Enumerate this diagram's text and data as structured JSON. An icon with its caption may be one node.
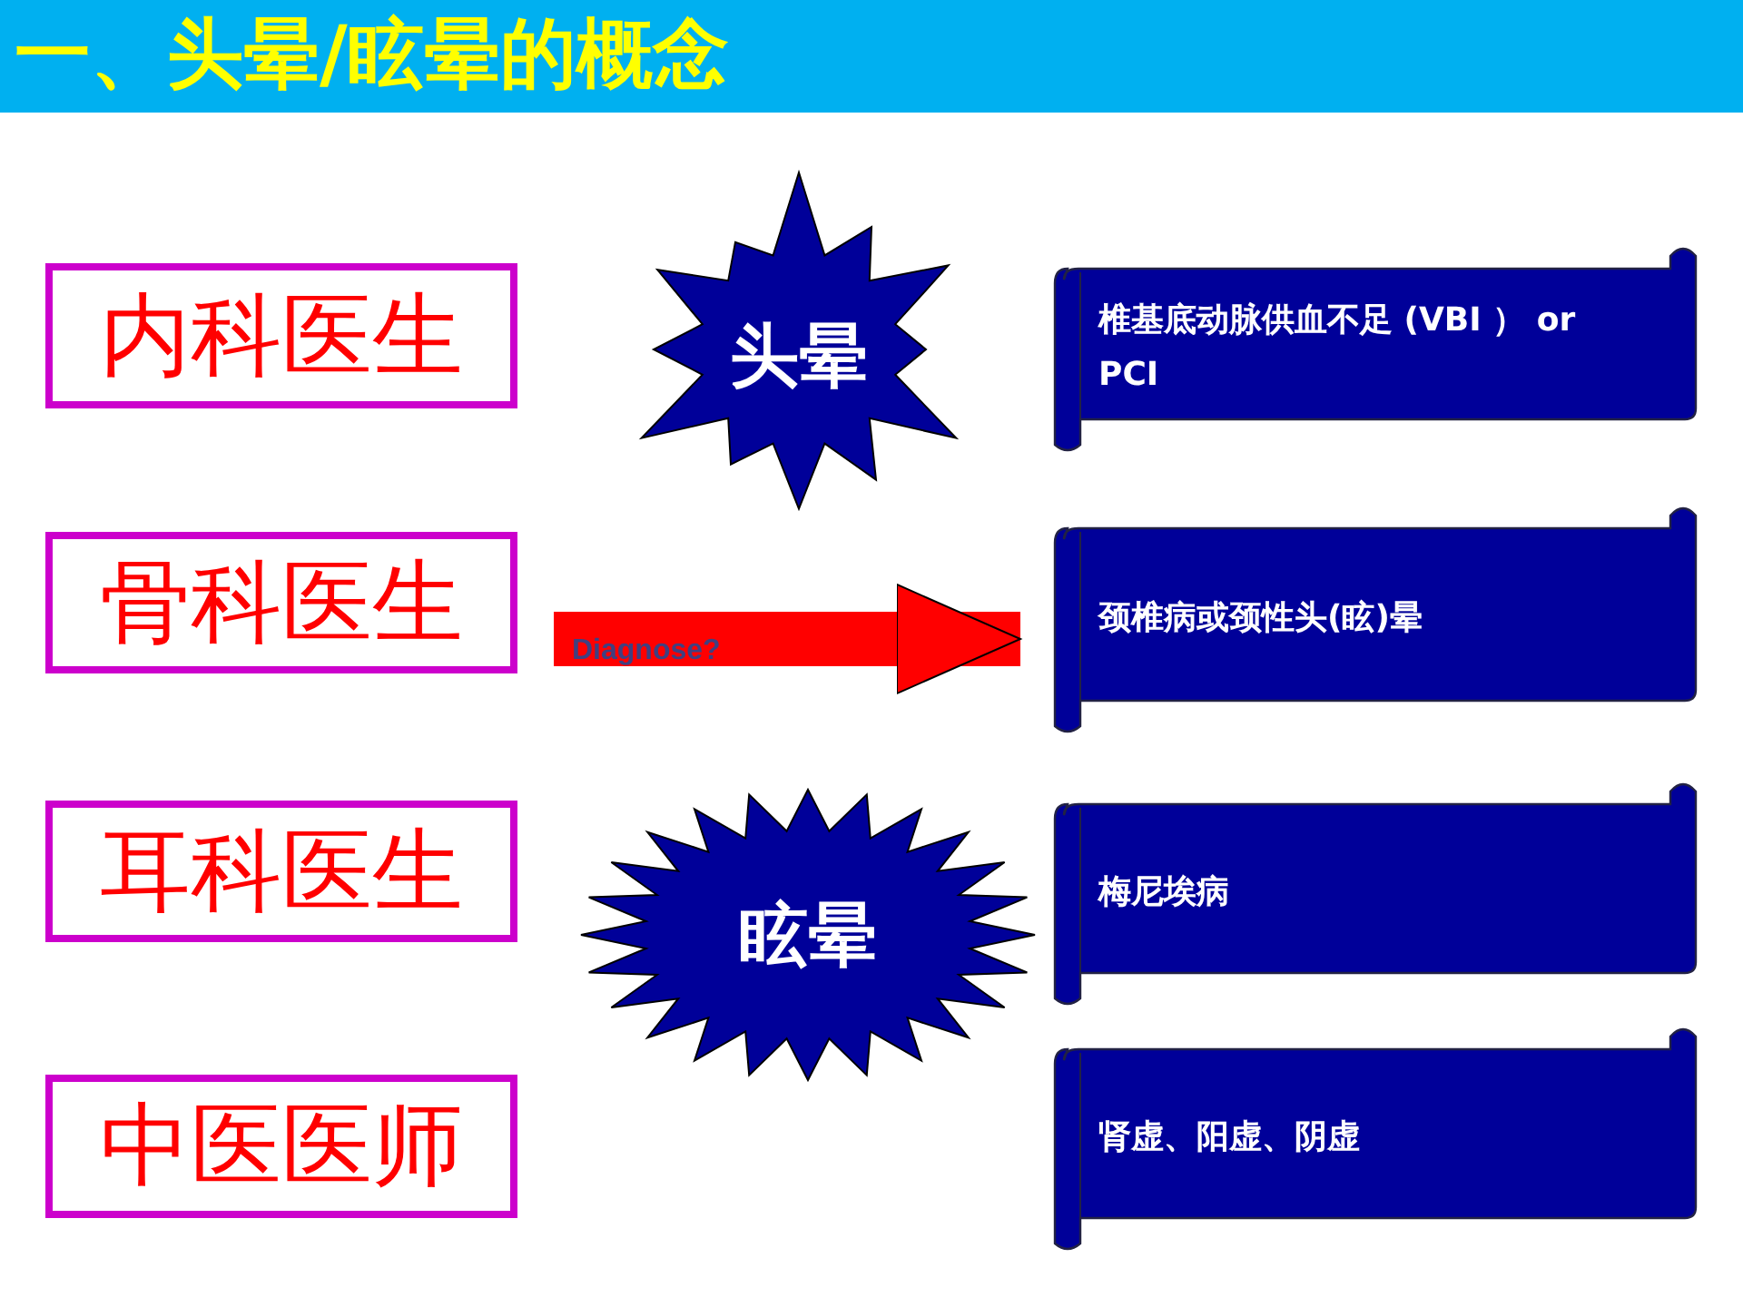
{
  "diagram": {
    "title": "一、头晕/眩晕的概念",
    "nodes": [
      {
        "text": [
          "内科医生"
        ]
      },
      {
        "text": [
          "骨科医生"
        ]
      },
      {
        "text": [
          "耳科医生"
        ]
      },
      {
        "text": [
          "中医医师"
        ]
      },
      {
        "text": [
          "头晕"
        ]
      },
      {
        "text": [
          "眩晕"
        ]
      },
      {
        "text": [
          "椎基底动脉供血不足 (VBI ） or   PCI"
        ]
      },
      {
        "text": [
          "颈椎病或颈性头(眩)晕"
        ]
      },
      {
        "text": [
          "梅尼埃病"
        ]
      },
      {
        "text": [
          "肾虚、阳虚、阴虚"
        ]
      }
    ],
    "edges": [
      {
        "from": 1,
        "to": 7,
        "arrow": "to",
        "label": "Diagnose?"
      }
    ]
  }
}
